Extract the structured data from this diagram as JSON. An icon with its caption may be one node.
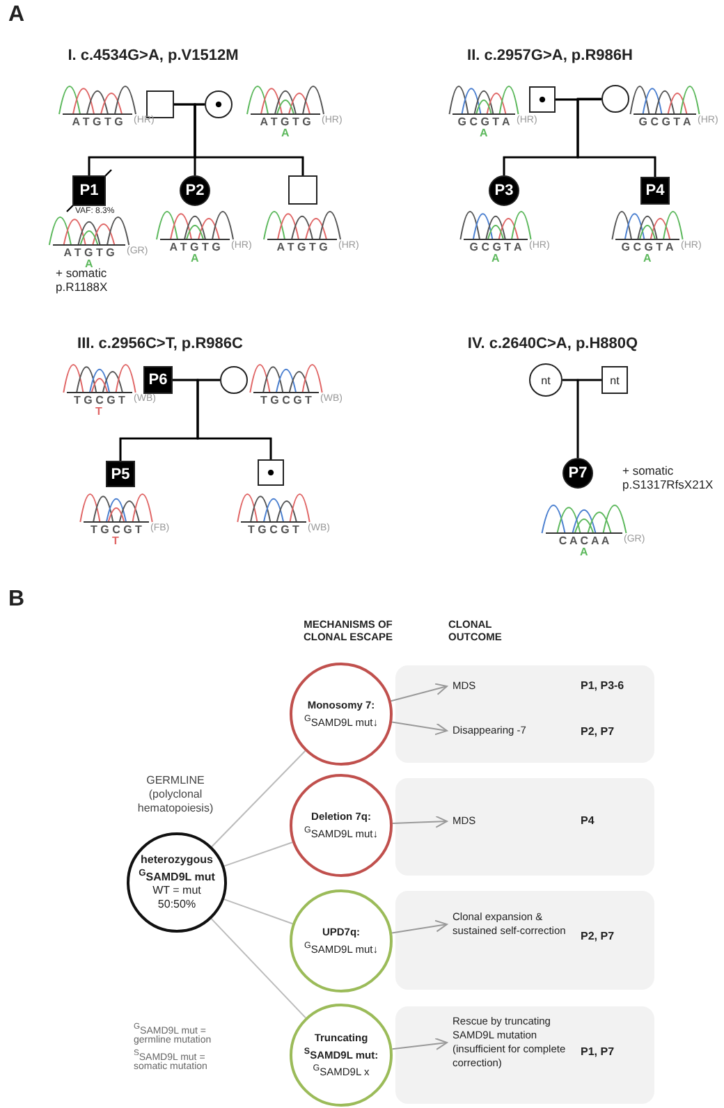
{
  "diagram": {
    "nodes": [
      {
        "text": [],
        "shape": "box",
        "beside": [
          "A T G T G",
          "(HR)"
        ]
      },
      {
        "text": [],
        "shape": "circle",
        "beside": [
          "A T G T G",
          "A",
          "(HR)"
        ]
      },
      {
        "text": [
          "P1"
        ],
        "beside": [
          "VAF: 8.3%",
          "A T G T G",
          "A",
          "(GR)",
          "+ somatic p.R1188X"
        ]
      },
      {
        "text": [
          "P2"
        ],
        "beside": [
          "A T G T G",
          "A",
          "(HR)"
        ]
      },
      {
        "text": [],
        "shape": "box",
        "beside": [
          "A T G T G",
          "(HR)"
        ]
      },
      {
        "text": [],
        "shape": "box",
        "beside": [
          "G C G T A",
          "A",
          "(HR)"
        ]
      },
      {
        "text": [],
        "shape": "circle",
        "beside": [
          "G C G T A",
          "(HR)"
        ]
      },
      {
        "text": [
          "P3"
        ],
        "beside": [
          "G C G T A",
          "A",
          "(HR)"
        ]
      },
      {
        "text": [
          "P4"
        ],
        "beside": [
          "G C G T A",
          "A",
          "(HR)"
        ]
      },
      {
        "text": [
          "P6"
        ],
        "beside": [
          "T G C G T",
          "T",
          "(WB)"
        ]
      },
      {
        "text": [],
        "shape": "circle",
        "beside": [
          "T G C G T",
          "(WB)"
        ]
      },
      {
        "text": [
          "P5"
        ],
        "beside": [
          "T G C G T",
          "T",
          "(FB)"
        ]
      },
      {
        "text": [],
        "shape": "box",
        "beside": [
          "T G C G T",
          "(WB)"
        ]
      },
      {
        "text": [
          "nt"
        ]
      },
      {
        "text": [
          "nt"
        ]
      },
      {
        "text": [
          "P7"
        ],
        "beside": [
          "+ somatic p.S1317RfsX21X",
          "C A C A A",
          "A",
          "(GR)"
        ]
      },
      {
        "text": [
          "GERMLINE (polyclonal hematopoiesis)",
          "heterozygous $^{G}$SAMD9L mut",
          "WT = mut 50:50%"
        ]
      },
      {
        "text": [],
        "shape": "box"
      },
      {
        "text": [
          "Monosomy 7:",
          "$^{G}$SAMD9L mut↓"
        ]
      },
      {
        "text": [
          "MDS"
        ],
        "in": 17
      },
      {
        "text": [
          "Disappearing -7"
        ],
        "in": 17
      },
      {
        "text": [],
        "shape": "box"
      },
      {
        "text": [
          "Deletion 7q:",
          "$^{G}$SAMD9L mut↓"
        ]
      },
      {
        "text": [
          "MDS"
        ],
        "in": 21
      },
      {
        "text": [],
        "shape": "box"
      },
      {
        "text": [
          "UPD7q:",
          "$^{G}$SAMD9L mut↓"
        ]
      },
      {
        "text": [
          "Clonal expansion & sustained self-correction"
        ],
        "in": 24
      },
      {
        "text": [],
        "shape": "box"
      },
      {
        "text": [
          "Truncating $^{S}$SAMD9L mut:",
          "$^{G}$SAMD9L x"
        ]
      },
      {
        "text": [
          "Rescue by truncating SAMD9L mutation (insufficient for complete correction)"
        ],
        "in": 27
      }
    ],
    "edges": [
      {
        "from": 0,
        "to": 1,
        "arrow": "none"
      },
      {
        "from": 0,
        "to": 2,
        "arrow": "none"
      },
      {
        "from": 1,
        "to": 2,
        "arrow": "none"
      },
      {
        "from": 0,
        "to": 3,
        "arrow": "none"
      },
      {
        "from": 1,
        "to": 3,
        "arrow": "none"
      },
      {
        "from": 0,
        "to": 4,
        "arrow": "none"
      },
      {
        "from": 1,
        "to": 4,
        "arrow": "none"
      },
      {
        "from": 5,
        "to": 6,
        "arrow": "none"
      },
      {
        "from": 5,
        "to": 7,
        "arrow": "none"
      },
      {
        "from": 6,
        "to": 7,
        "arrow": "none"
      },
      {
        "from": 5,
        "to": 8,
        "arrow": "none"
      },
      {
        "from": 6,
        "to": 8,
        "arrow": "none"
      },
      {
        "from": 9,
        "to": 10,
        "arrow": "none"
      },
      {
        "from": 9,
        "to": 11,
        "arrow": "none"
      },
      {
        "from": 10,
        "to": 11,
        "arrow": "none"
      },
      {
        "from": 9,
        "to": 12,
        "arrow": "none"
      },
      {
        "from": 10,
        "to": 12,
        "arrow": "none"
      },
      {
        "from": 13,
        "to": 14,
        "arrow": "none"
      },
      {
        "from": 13,
        "to": 15,
        "arrow": "none"
      },
      {
        "from": 14,
        "to": 15,
        "arrow": "none"
      },
      {
        "from": 16,
        "to": 18,
        "arrow": "none",
        "color": "#bbbbbb"
      },
      {
        "from": 16,
        "to": 22,
        "arrow": "none",
        "color": "#bbbbbb"
      },
      {
        "from": 16,
        "to": 25,
        "arrow": "none",
        "color": "#bbbbbb"
      },
      {
        "from": 16,
        "to": 28,
        "arrow": "none",
        "color": "#bbbbbb"
      },
      {
        "from": 18,
        "to": 19,
        "arrow": "to",
        "color": "#999999"
      },
      {
        "from": 18,
        "to": 20,
        "arrow": "to",
        "color": "#999999"
      },
      {
        "from": 22,
        "to": 23,
        "arrow": "to",
        "color": "#999999"
      },
      {
        "from": 25,
        "to": 26,
        "arrow": "to",
        "color": "#999999"
      },
      {
        "from": 28,
        "to": 29,
        "arrow": "to",
        "color": "#999999"
      }
    ],
    "labels": [
      "A",
      "I. c.4534G>A, p.V1512M",
      "II. c.2957G>A, p.R986H",
      "III. c.2956C>T, p.R986C",
      "IV. c.2640C>A, p.H880Q",
      "B",
      "MECHANISMS OF CLONAL ESCAPE",
      "CLONAL OUTCOME",
      "P1, P3-6",
      "P2, P7",
      "P4",
      "P2, P7",
      "P1, P7",
      "$^{G}$SAMD9L mut = germline mutation",
      "$^{S}$SAMD9L mut = somatic mutation"
    ]
  }
}
